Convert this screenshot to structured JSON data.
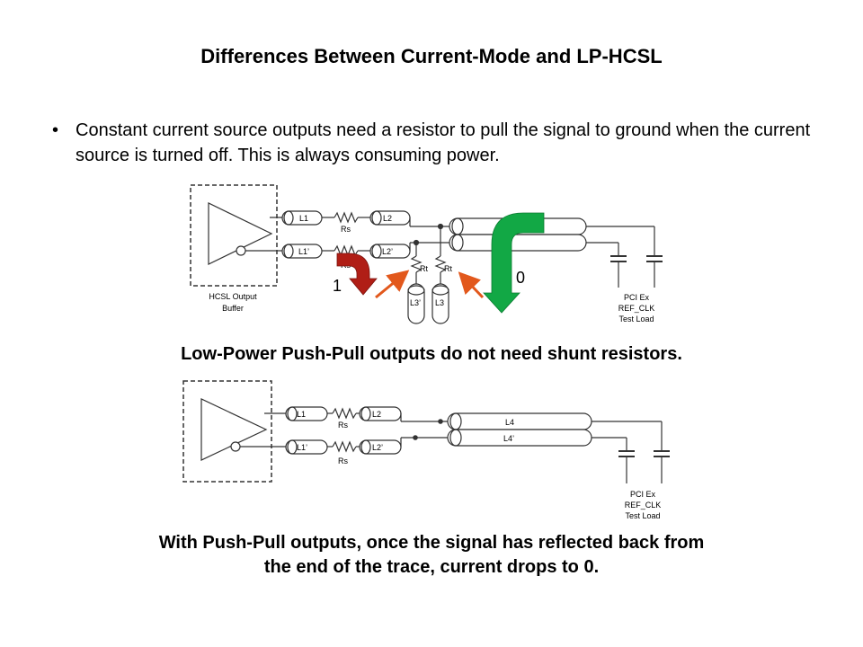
{
  "slide": {
    "title": "Differences Between Current-Mode and LP-HCSL",
    "bullet": "Constant current source outputs need a resistor to pull the signal to ground when the current source is turned off. This is always consuming power.",
    "caption_push_pull": "Low-Power Push-Pull outputs do not need shunt resistors.",
    "caption_bottom_line1": "With Push-Pull outputs, once the signal has reflected back from",
    "caption_bottom_line2": "the end of the trace, current drops to 0."
  },
  "diagram_top": {
    "buffer_label_line1": "HCSL Output",
    "buffer_label_line2": "Buffer",
    "l1": "L1",
    "l1p": "L1’",
    "rs_top": "Rs",
    "rs_bottom": "Rs",
    "l2": "L2",
    "l2p": "L2’",
    "rt_left": "Rt",
    "rt_right": "Rt",
    "l3p": "L3’",
    "l3": "L3",
    "load_line1": "PCI Ex",
    "load_line2": "REF_CLK",
    "load_line3": "Test Load",
    "arrow_red_label": "1",
    "arrow_green_label": "0",
    "color_red_arrow": "#b01e16",
    "color_green_arrow": "#12a845",
    "color_orange_arrow": "#e2581c"
  },
  "diagram_bottom": {
    "l1": "L1",
    "l1p": "L1’",
    "rs_top": "Rs",
    "rs_bottom": "Rs",
    "l2": "L2",
    "l2p": "L2’",
    "l4": "L4",
    "l4p": "L4’",
    "load_line1": "PCI Ex",
    "load_line2": "REF_CLK",
    "load_line3": "Test Load"
  }
}
